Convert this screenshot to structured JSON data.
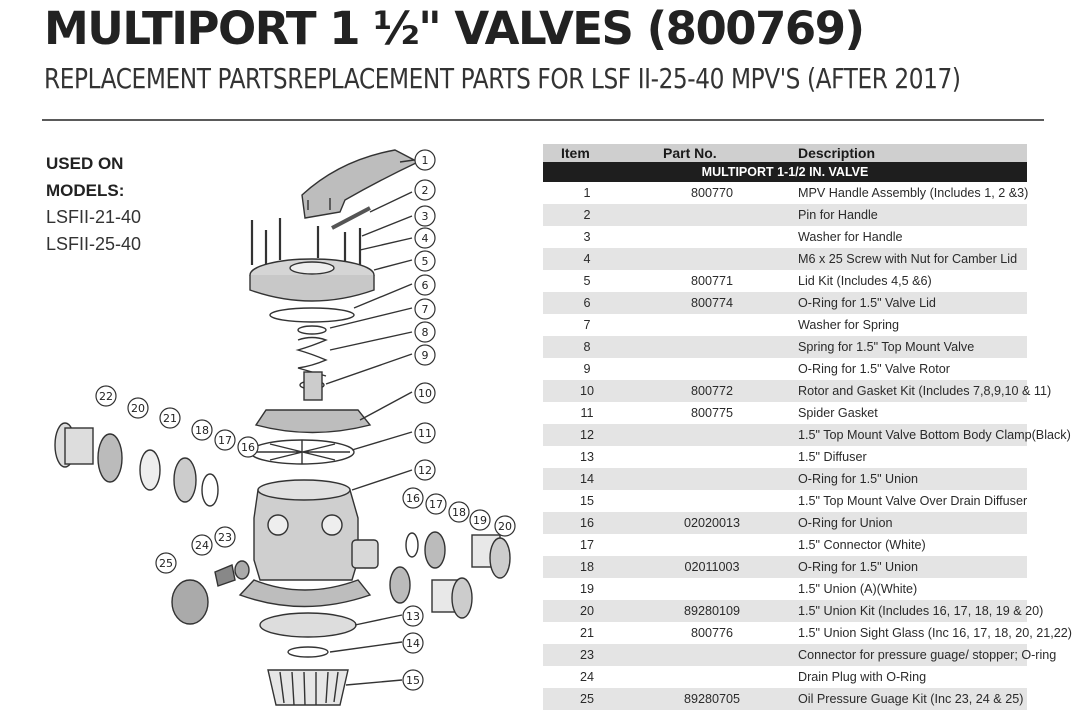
{
  "header": {
    "title": "MULTIPORT 1 ½\" VALVES (800769)",
    "subtitle": "REPLACEMENT PARTSREPLACEMENT PARTS FOR LSF II-25-40 MPV'S  (AFTER 2017)"
  },
  "used_on": {
    "heading_line1": "USED ON",
    "heading_line2": "MODELS:",
    "models": [
      "LSFII-21-40",
      "LSFII-25-40"
    ]
  },
  "diagram": {
    "callouts": [
      "1",
      "2",
      "3",
      "4",
      "5",
      "6",
      "7",
      "8",
      "9",
      "10",
      "11",
      "12",
      "13",
      "14",
      "15",
      "16",
      "17",
      "18",
      "19",
      "20",
      "21",
      "22",
      "23",
      "24",
      "25",
      "16",
      "17",
      "18",
      "20"
    ]
  },
  "table": {
    "headers": {
      "item": "Item",
      "part": "Part No.",
      "desc": "Description"
    },
    "section": "MULTIPORT 1-1/2 IN. VALVE",
    "rows": [
      {
        "item": "1",
        "part": "800770",
        "desc": "MPV Handle Assembly (Includes 1, 2 &3)"
      },
      {
        "item": "2",
        "part": "",
        "desc": "Pin for Handle"
      },
      {
        "item": "3",
        "part": "",
        "desc": "Washer for Handle"
      },
      {
        "item": "4",
        "part": "",
        "desc": "M6 x 25 Screw with Nut for Camber Lid"
      },
      {
        "item": "5",
        "part": "800771",
        "desc": "Lid Kit (Includes 4,5 &6)"
      },
      {
        "item": "6",
        "part": "800774",
        "desc": "O-Ring for 1.5\" Valve Lid"
      },
      {
        "item": "7",
        "part": "",
        "desc": "Washer for Spring"
      },
      {
        "item": "8",
        "part": "",
        "desc": "Spring for 1.5\" Top Mount Valve"
      },
      {
        "item": "9",
        "part": "",
        "desc": "O-Ring for 1.5\" Valve Rotor"
      },
      {
        "item": "10",
        "part": "800772",
        "desc": "Rotor and Gasket Kit (Includes 7,8,9,10 & 11)"
      },
      {
        "item": "11",
        "part": "800775",
        "desc": "Spider Gasket"
      },
      {
        "item": "12",
        "part": "",
        "desc": "1.5\" Top Mount Valve Bottom Body Clamp(Black)"
      },
      {
        "item": "13",
        "part": "",
        "desc": "1.5\" Diffuser"
      },
      {
        "item": "14",
        "part": "",
        "desc": "O-Ring for 1.5\" Union"
      },
      {
        "item": "15",
        "part": "",
        "desc": "1.5\" Top Mount Valve Over Drain Diffuser"
      },
      {
        "item": "16",
        "part": "02020013",
        "desc": "O-Ring for Union"
      },
      {
        "item": "17",
        "part": "",
        "desc": "1.5\" Connector (White)"
      },
      {
        "item": "18",
        "part": "02011003",
        "desc": "O-Ring for 1.5\" Union"
      },
      {
        "item": "19",
        "part": "",
        "desc": "1.5\" Union (A)(White)"
      },
      {
        "item": "20",
        "part": "89280109",
        "desc": "1.5\" Union Kit (Includes 16, 17, 18, 19 & 20)"
      },
      {
        "item": "21",
        "part": "800776",
        "desc": "1.5\" Union Sight Glass (Inc 16, 17, 18, 20, 21,22)"
      },
      {
        "item": "23",
        "part": "",
        "desc": "Connector for pressure guage/ stopper; O-ring"
      },
      {
        "item": "24",
        "part": "",
        "desc": "Drain Plug with O-Ring"
      },
      {
        "item": "25",
        "part": "89280705",
        "desc": "Oil Pressure Guage Kit (Inc 23, 24 & 25)"
      }
    ]
  }
}
